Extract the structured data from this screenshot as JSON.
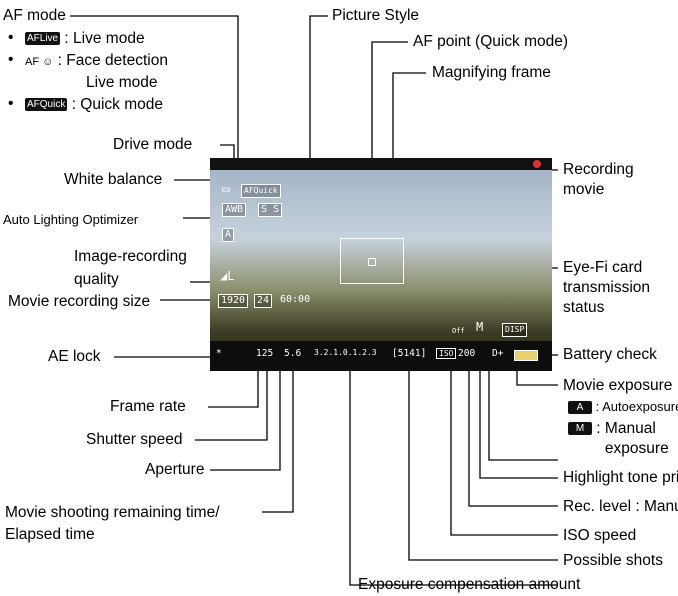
{
  "labels": {
    "af_mode": "AF mode",
    "af_live": "Live mode",
    "af_face": "Face detection",
    "af_face2": "Live mode",
    "af_quick": "Quick mode",
    "picture_style": "Picture Style",
    "af_point": "AF point (Quick mode)",
    "magnifying_frame": "Magnifying frame",
    "drive_mode": "Drive mode",
    "white_balance": "White balance",
    "alo": "Auto Lighting Optimizer",
    "image_quality": "Image-recording quality",
    "movie_size": "Movie recording size",
    "ae_lock": "AE lock",
    "frame_rate": "Frame rate",
    "shutter_speed": "Shutter speed",
    "aperture": "Aperture",
    "remaining_time": "Movie shooting remaining time/ Elapsed time",
    "recording_movie": "Recording movie",
    "eyefi": "Eye-Fi card transmission status",
    "battery": "Battery check",
    "movie_exposure": "Movie exposure",
    "auto_exposure": "Autoexposure",
    "manual_exposure": "Manual exposure",
    "highlight": "Highlight tone priority",
    "rec_level": "Rec. level : Manual",
    "iso_speed": "ISO speed",
    "possible_shots": "Possible shots",
    "exp_comp": "Exposure compensation amount"
  },
  "screen": {
    "drive": "▭",
    "af_quick_icon": "AFQuick",
    "wb": "AWB",
    "picture_style": "S S",
    "alo_icon": "A",
    "quality": "◢L",
    "movie_size": "1920",
    "frame_rate_icon": "24",
    "time": "60:00",
    "ae_lock": "*",
    "shutter": "125",
    "aperture": "5.6",
    "exp_scale": "3.2.1.0.1.2.3",
    "shots": "[5141]",
    "iso_label": "ISO",
    "iso": "200",
    "mic": "M",
    "disp": "DISP",
    "highlight": "D+",
    "eyefi": "Off"
  },
  "icons": {
    "af_live": "AFLive",
    "af_face": "AF ☺",
    "af_quick": "AFQuick",
    "auto_exp_tag": "A",
    "manual_exp_tag": "M"
  }
}
